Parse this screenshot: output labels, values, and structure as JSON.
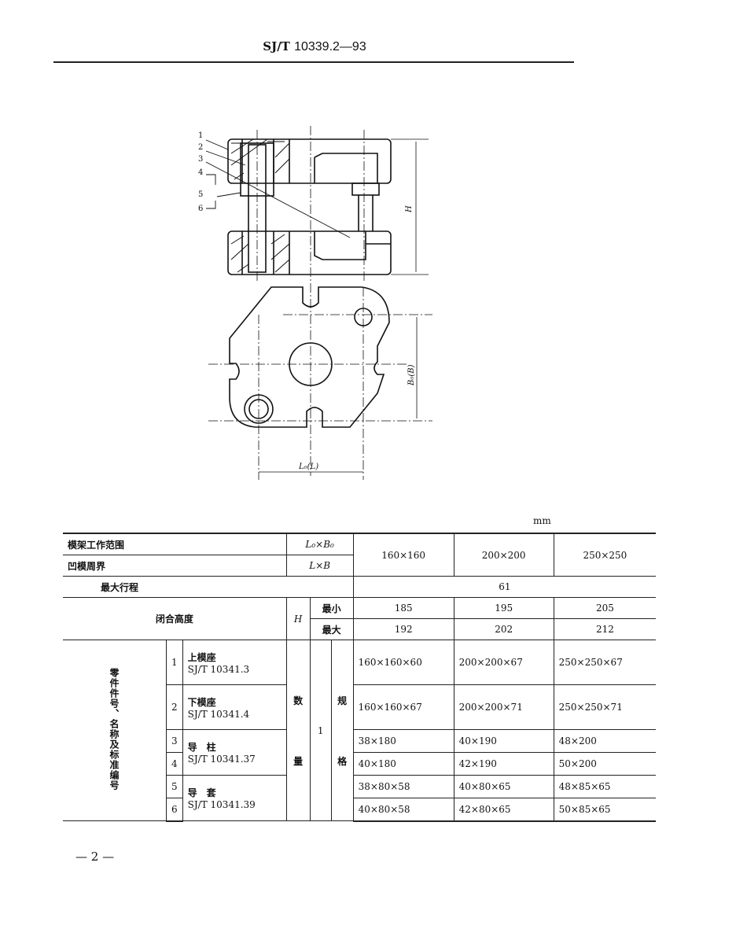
{
  "header": {
    "std_prefix": "SJ/T",
    "std_number": "10339.2—93"
  },
  "drawing": {
    "part_callouts": [
      "1",
      "2",
      "3",
      "4",
      "5",
      "6"
    ],
    "dim_height": "H",
    "dim_width": "B₀(B)",
    "dim_length": "L₀(L)"
  },
  "unit": "mm",
  "table": {
    "row_work_range": {
      "label": "模架工作范围",
      "symbol": "L₀×B₀"
    },
    "row_die_perimeter": {
      "label": "凹模周界",
      "symbol": "L×B"
    },
    "sizes": [
      "160×160",
      "200×200",
      "250×250"
    ],
    "row_max_stroke": {
      "label": "最大行程",
      "value": "61"
    },
    "row_closed_height": {
      "label": "闭合高度",
      "symbol": "H",
      "min_label": "最小",
      "max_label": "最大",
      "min": [
        "185",
        "195",
        "205"
      ],
      "max": [
        "192",
        "202",
        "212"
      ]
    },
    "parts_group_label": "零件件号、名称及标准编号",
    "qty_label_top": "数",
    "qty_label_bottom": "量",
    "qty_value": "1",
    "spec_label_top": "规",
    "spec_label_bottom": "格",
    "parts": [
      {
        "no": "1",
        "name": "上模座",
        "std": "SJ/T 10341.3",
        "specs": [
          "160×160×60",
          "200×200×67",
          "250×250×67"
        ]
      },
      {
        "no": "2",
        "name": "下模座",
        "std": "SJ/T 10341.4",
        "specs": [
          "160×160×67",
          "200×200×71",
          "250×250×71"
        ]
      },
      {
        "no": "3",
        "name": "导　柱",
        "std": "SJ/T 10341.37",
        "specs": [
          "38×180",
          "40×190",
          "48×200"
        ]
      },
      {
        "no": "4",
        "specs": [
          "40×180",
          "42×190",
          "50×200"
        ]
      },
      {
        "no": "5",
        "name": "导　套",
        "std": "SJ/T 10341.39",
        "specs": [
          "38×80×58",
          "40×80×65",
          "48×85×65"
        ]
      },
      {
        "no": "6",
        "specs": [
          "40×80×58",
          "42×80×65",
          "50×85×65"
        ]
      }
    ]
  },
  "footer": {
    "page": "— 2 —"
  }
}
